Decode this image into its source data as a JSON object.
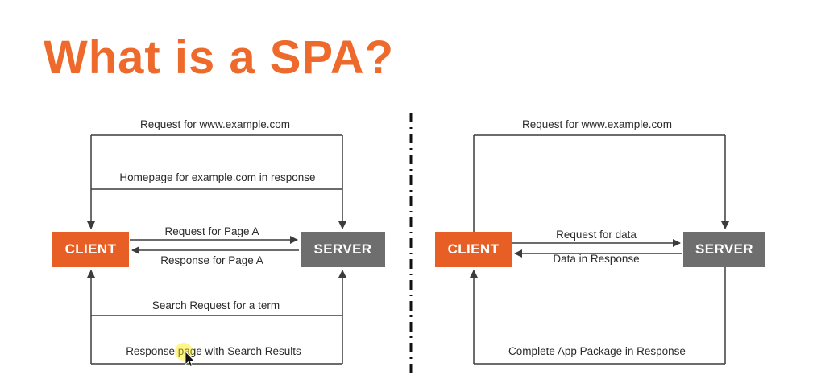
{
  "title": "What is a SPA?",
  "colors": {
    "accent_orange": "#e85f26",
    "title_orange": "#ee6a2c",
    "server_gray": "#6e6e6e",
    "line_color": "#3c3c3c",
    "cursor_highlight": "#fce803"
  },
  "left": {
    "client": "CLIENT",
    "server": "SERVER",
    "labels": {
      "top_request": "Request for www.example.com",
      "homepage_response": "Homepage for example.com in response",
      "page_request": "Request for Page A",
      "page_response": "Response for Page A",
      "search_request": "Search Request for a term",
      "search_response": "Response page with Search Results"
    }
  },
  "right": {
    "client": "CLIENT",
    "server": "SERVER",
    "labels": {
      "top_request": "Request for www.example.com",
      "data_request": "Request for data",
      "data_response": "Data in Response",
      "bottom_response": "Complete App Package in Response"
    }
  }
}
